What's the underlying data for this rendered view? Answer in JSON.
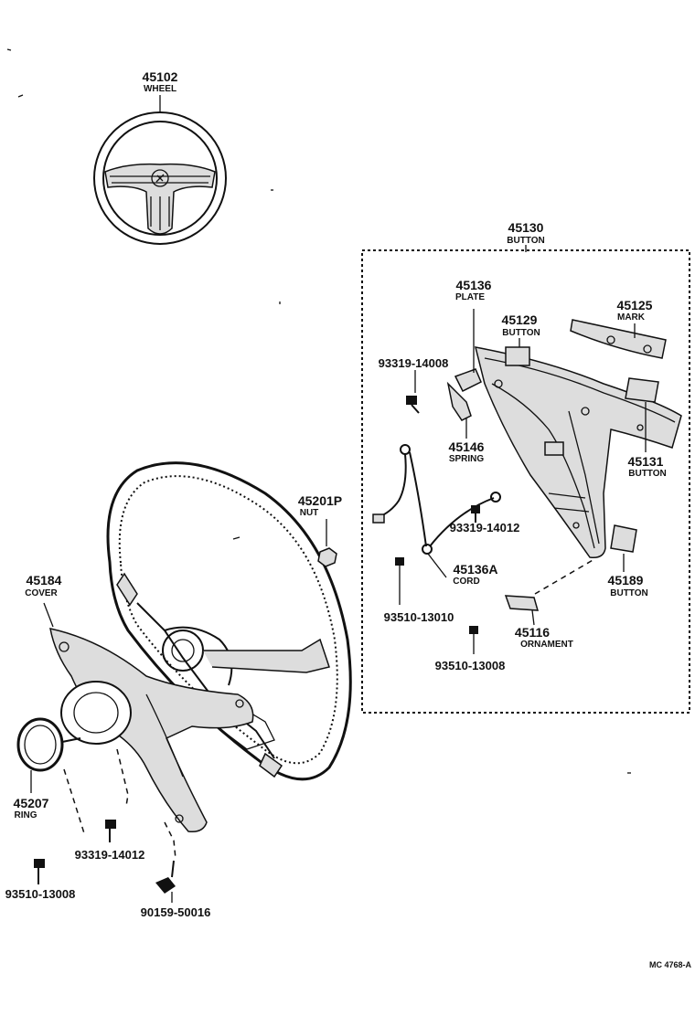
{
  "diagram": {
    "reference_code": "MC 4768-A",
    "callouts": [
      {
        "id": "wheel",
        "number": "45102",
        "name": "WHEEL"
      },
      {
        "id": "button-assy",
        "number": "45130",
        "name": "BUTTON"
      },
      {
        "id": "plate",
        "number": "45136",
        "name": "PLATE"
      },
      {
        "id": "mark",
        "number": "45125",
        "name": "MARK"
      },
      {
        "id": "button-45129",
        "number": "45129",
        "name": "BUTTON"
      },
      {
        "id": "spring",
        "number": "45146",
        "name": "SPRING"
      },
      {
        "id": "button-45131",
        "number": "45131",
        "name": "BUTTON"
      },
      {
        "id": "nut",
        "number": "45201P",
        "name": "NUT"
      },
      {
        "id": "cord",
        "number": "45136A",
        "name": "CORD"
      },
      {
        "id": "button-45189",
        "number": "45189",
        "name": "BUTTON"
      },
      {
        "id": "ornament",
        "number": "45116",
        "name": "ORNAMENT"
      },
      {
        "id": "cover",
        "number": "45184",
        "name": "COVER"
      },
      {
        "id": "ring",
        "number": "45207",
        "name": "RING"
      }
    ],
    "fasteners": [
      {
        "id": "screw-a",
        "number": "93319-14008"
      },
      {
        "id": "screw-b",
        "number": "93319-14012"
      },
      {
        "id": "screw-c",
        "number": "93510-13010"
      },
      {
        "id": "screw-d",
        "number": "93510-13008"
      },
      {
        "id": "screw-e",
        "number": "93319-14012"
      },
      {
        "id": "screw-f",
        "number": "93510-13008"
      },
      {
        "id": "screw-g",
        "number": "90159-50016"
      }
    ]
  }
}
